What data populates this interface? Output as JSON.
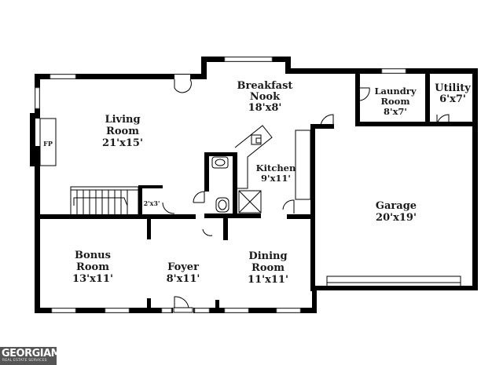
{
  "rooms": {
    "living": {
      "name_line1": "Living",
      "name_line2": "Room",
      "dims": "21'x15'"
    },
    "fireplace": {
      "label": "FP"
    },
    "breakfast": {
      "name_line1": "Breakfast",
      "name_line2": "Nook",
      "dims": "18'x8'"
    },
    "laundry": {
      "name_line1": "Laundry",
      "name_line2": "Room",
      "dims": "8'x7'"
    },
    "utility": {
      "name": "Utility",
      "dims": "6'x7'"
    },
    "kitchen": {
      "name": "Kitchen",
      "dims": "9'x11'"
    },
    "closet": {
      "dims": "2'x3'"
    },
    "garage": {
      "name": "Garage",
      "dims": "20'x19'"
    },
    "bonus": {
      "name_line1": "Bonus",
      "name_line2": "Room",
      "dims": "13'x11'"
    },
    "foyer": {
      "name": "Foyer",
      "dims": "8'x11'"
    },
    "dining": {
      "name_line1": "Dining",
      "name_line2": "Room",
      "dims": "11'x11'"
    }
  },
  "logo": {
    "brand": "GEORGIAMLS",
    "tagline": "REAL ESTATE SERVICES"
  }
}
